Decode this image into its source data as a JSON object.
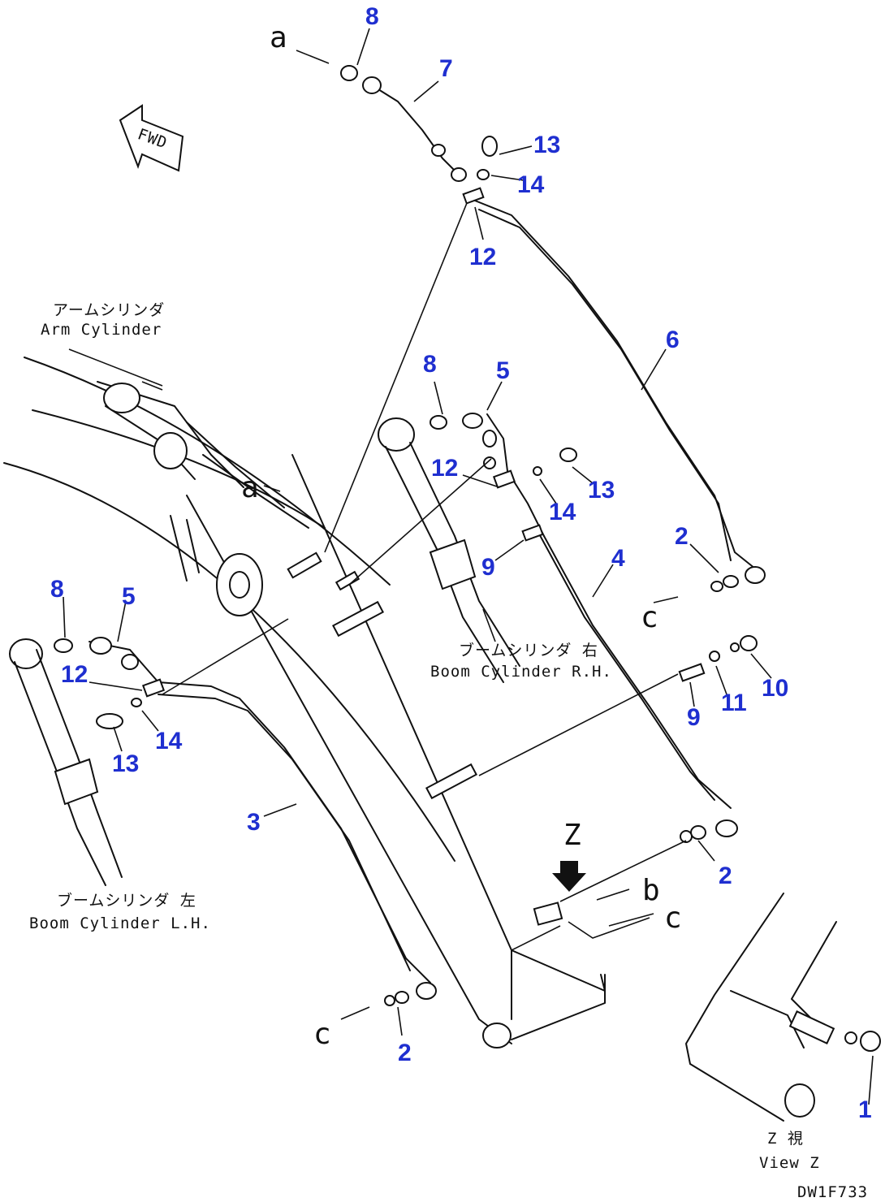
{
  "fwd_label": "FWD",
  "callouts": [
    {
      "id": "c8a",
      "text": "8"
    },
    {
      "id": "c7",
      "text": "7"
    },
    {
      "id": "c13a",
      "text": "13"
    },
    {
      "id": "c14a",
      "text": "14"
    },
    {
      "id": "c12a",
      "text": "12"
    },
    {
      "id": "c6",
      "text": "6"
    },
    {
      "id": "c8b",
      "text": "8"
    },
    {
      "id": "c5b",
      "text": "5"
    },
    {
      "id": "c12b",
      "text": "12"
    },
    {
      "id": "c13b",
      "text": "13"
    },
    {
      "id": "c14b",
      "text": "14"
    },
    {
      "id": "c9b",
      "text": "9"
    },
    {
      "id": "c4",
      "text": "4"
    },
    {
      "id": "c2a",
      "text": "2"
    },
    {
      "id": "c10",
      "text": "10"
    },
    {
      "id": "c11",
      "text": "11"
    },
    {
      "id": "c9c",
      "text": "9"
    },
    {
      "id": "c8c",
      "text": "8"
    },
    {
      "id": "c5c",
      "text": "5"
    },
    {
      "id": "c12c",
      "text": "12"
    },
    {
      "id": "c14c",
      "text": "14"
    },
    {
      "id": "c13c",
      "text": "13"
    },
    {
      "id": "c3",
      "text": "3"
    },
    {
      "id": "c2b",
      "text": "2"
    },
    {
      "id": "c2c",
      "text": "2"
    },
    {
      "id": "c1",
      "text": "1"
    }
  ],
  "letters": {
    "a1": "a",
    "a2": "a",
    "b": "b",
    "c1": "c",
    "c2": "c",
    "c3": "c",
    "z": "Z"
  },
  "captions": {
    "arm_jp": "アームシリンダ",
    "arm_en": "Arm Cylinder",
    "boom_rh_jp": "ブームシリンダ 右",
    "boom_rh_en": "Boom Cylinder R.H.",
    "boom_lh_jp": "ブームシリンダ 左",
    "boom_lh_en": "Boom Cylinder L.H.",
    "view_jp": "Z 視",
    "view_en": "View Z",
    "drawing_no": "DW1F733"
  }
}
